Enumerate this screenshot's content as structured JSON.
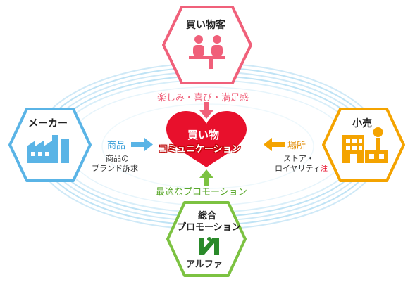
{
  "nodes": {
    "shopper": {
      "title": "買い物客",
      "color": "#f0607a"
    },
    "maker": {
      "title": "メーカー",
      "color": "#5ab4e6"
    },
    "retail": {
      "title": "小売",
      "color": "#f4a300"
    },
    "promotion": {
      "title_line1": "総合",
      "title_line2": "プロモーション",
      "logo_text": "アルファ",
      "color": "#7cc241"
    }
  },
  "center": {
    "line1": "買い物",
    "line2": "コミュニケーション",
    "color": "#e8102c"
  },
  "flows": {
    "top": "楽しみ・喜び・満足感",
    "left_main": "商品",
    "left_sub_1": "商品の",
    "left_sub_2": "ブランド訴求",
    "right_main": "場所",
    "right_sub_1": "ストア・",
    "right_sub_2": "ロイヤリティ",
    "right_note": "注",
    "bottom": "最適なプロモーション"
  }
}
